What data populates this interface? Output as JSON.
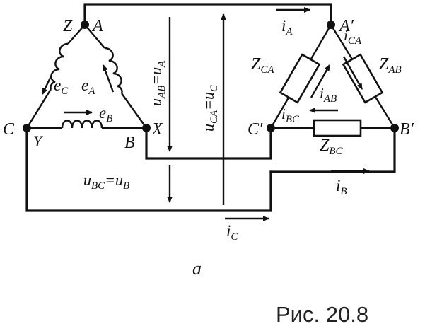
{
  "labels": {
    "Z": "Z",
    "A": "A",
    "C": "C",
    "Y": "Y",
    "B": "B",
    "X": "X",
    "A_prime": "A′",
    "B_prime": "B′",
    "C_prime": "C′",
    "eC": "e",
    "eC_sub": "C",
    "eA": "e",
    "eA_sub": "A",
    "eB": "e",
    "eB_sub": "B",
    "uAB": "u",
    "uAB_sub": "AB",
    "uAB_eq": "=u",
    "uAB_eq_sub": "A",
    "uCA": "u",
    "uCA_sub": "CA",
    "uCA_eq": "=u",
    "uCA_eq_sub": "C",
    "uBC": "u",
    "uBC_sub": "BC",
    "uBC_eq": "=u",
    "uBC_eq_sub": "B",
    "iA": "i",
    "iA_sub": "A",
    "iB": "i",
    "iB_sub": "B",
    "iC": "i",
    "iC_sub": "C",
    "iCA": "i",
    "iCA_sub": "CA",
    "iAB": "i",
    "iAB_sub": "AB",
    "iBC": "i",
    "iBC_sub": "BC",
    "ZCA": "Z",
    "ZCA_sub": "CA",
    "ZAB": "Z",
    "ZAB_sub": "AB",
    "ZBC": "Z",
    "ZBC_sub": "BC",
    "part_label": "a",
    "caption": "Рис. 20.8"
  }
}
